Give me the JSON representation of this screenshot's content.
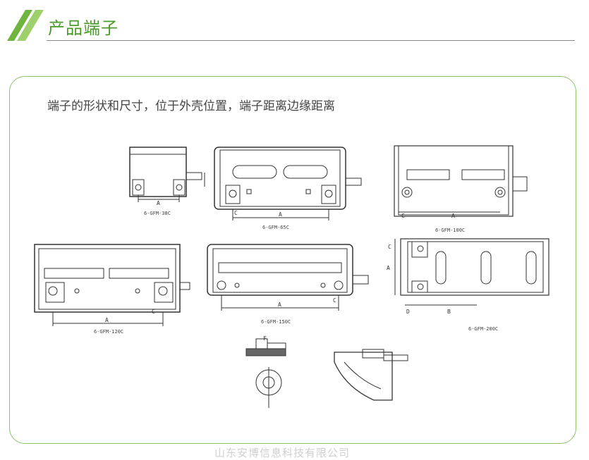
{
  "header": {
    "title": "产品端子"
  },
  "panel": {
    "description": "端子的形状和尺寸，位于外壳位置，端子距离边缘距离"
  },
  "dimension_letters": {
    "a": "A",
    "b": "B",
    "c": "C",
    "d": "D",
    "f": "F"
  },
  "models": {
    "m38": "6-GFM-38C",
    "m65": "6-GFM-65C",
    "m100": "6-GFM-100C",
    "m120": "6-GFM-120C",
    "m150": "6-GFM-150C",
    "m200": "6-GFM-200C"
  },
  "watermark": "山东安博信息科技有限公司",
  "colors": {
    "accent": "#4a9a2a",
    "panel_border": "#8ec466",
    "line": "#333333"
  }
}
